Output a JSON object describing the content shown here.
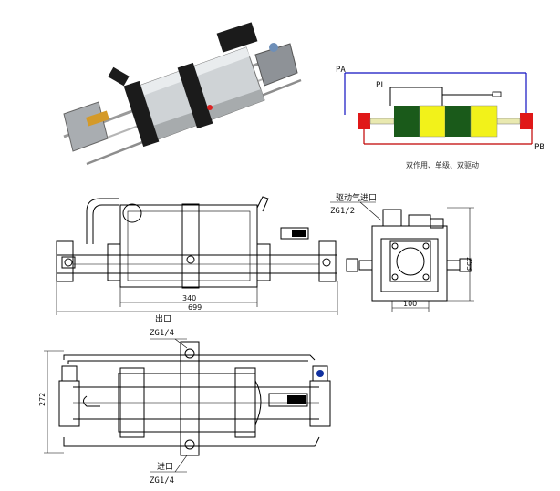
{
  "schematic": {
    "label_pa": "PA",
    "label_pl": "PL",
    "label_pb": "PB",
    "caption": "双作用、单级、双驱动",
    "colors": {
      "red_block": "#e01818",
      "green_block": "#1a5a1a",
      "yellow_block": "#f2f21a",
      "blue_line": "#1010c0",
      "red_line": "#c00000"
    }
  },
  "front_view": {
    "label_drive_air": "驱动气进口",
    "label_drive_thread": "ZG1/2",
    "dim_inner": "340",
    "dim_overall": "699"
  },
  "side_view": {
    "dim_width": "100",
    "dim_height": "253"
  },
  "top_view": {
    "label_outlet": "出口",
    "label_outlet_thread": "ZG1/4",
    "label_inlet": "进口",
    "label_inlet_thread": "ZG1/4",
    "dim_height": "272"
  }
}
